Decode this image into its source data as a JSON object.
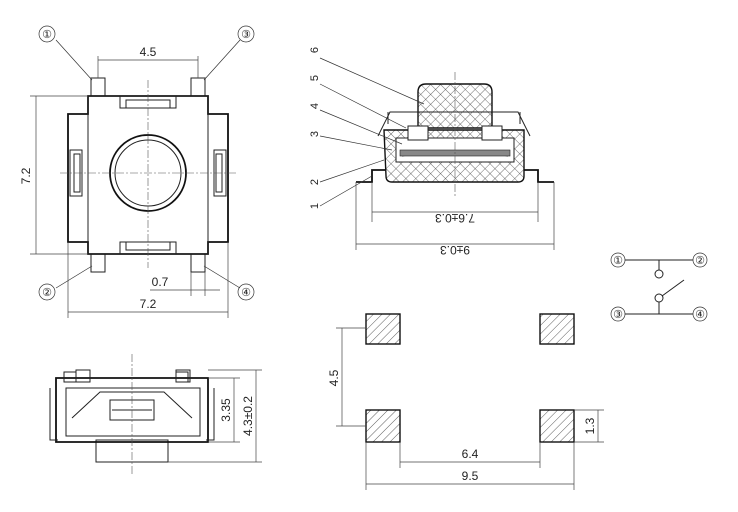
{
  "top_view": {
    "dim_top_width": "4.5",
    "dim_height": "7.2",
    "dim_pin_width": "0.7",
    "dim_bottom_width": "7.2",
    "pin_labels": [
      "①",
      "③",
      "②",
      "④"
    ]
  },
  "section_view": {
    "part_numbers": [
      "6",
      "5",
      "4",
      "3",
      "2",
      "1"
    ],
    "dim_inner": "7.6±0.3",
    "dim_outer": "9±0.3"
  },
  "side_view": {
    "dim_inner_height": "3.35",
    "dim_total_height": "4.3±0.2"
  },
  "footprint": {
    "dim_vertical": "4.5",
    "dim_pad": "1.3",
    "dim_inner_width": "6.4",
    "dim_outer_width": "9.5"
  },
  "schematic": {
    "terminals": [
      "①",
      "②",
      "③",
      "④"
    ]
  },
  "colors": {
    "line": "#222222",
    "background": "#ffffff"
  }
}
